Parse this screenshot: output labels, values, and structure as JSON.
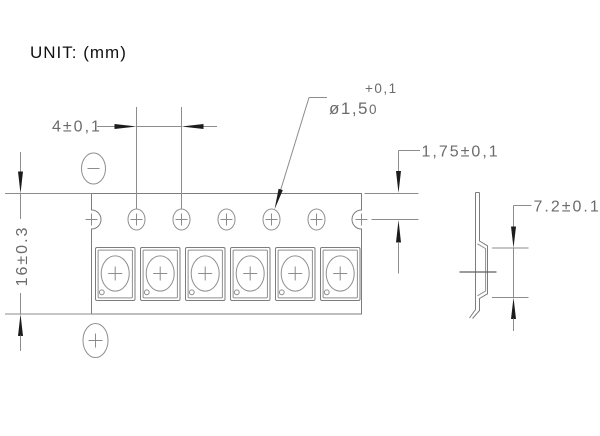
{
  "texts": {
    "unit": "UNIT: (mm)",
    "dim_pitch": "4±0,1",
    "dim_hole_dia": "ø1,5",
    "dim_hole_tol_upper": "+0,1",
    "dim_hole_tol_lower": "0",
    "dim_hole_to_edge": "1,75±0,1",
    "dim_tape_width": "16±0.3",
    "dim_pocket_width": "7.2±0.1"
  },
  "symbols": {
    "polarity_top": "minus",
    "polarity_bottom": "plus",
    "sprocket_hole_center": "plus",
    "pocket_center": "plus"
  },
  "counts": {
    "pockets": 6,
    "full_sprocket_holes": 5,
    "edge_half_holes": 2
  },
  "colors": {
    "background": "#ffffff",
    "geometry_line": "#7d7d7d",
    "dimension_line": "#8c8c8c",
    "dimension_text": "#6b6b6b",
    "arrow": "#1c1c1c",
    "title_text": "#111111"
  }
}
